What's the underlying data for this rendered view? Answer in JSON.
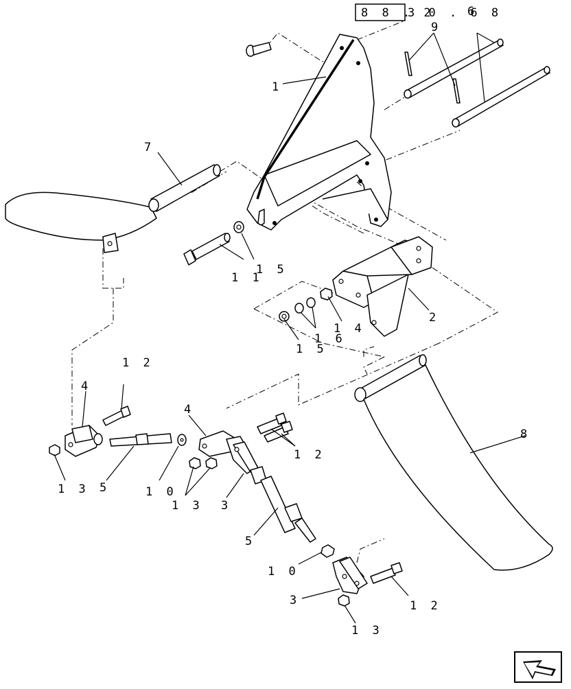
{
  "reference": {
    "boxed": "8 8 . 2",
    "suffix": "3 0 . 6 8"
  },
  "callouts": [
    {
      "id": "c1",
      "text": "1"
    },
    {
      "id": "c9",
      "text": "9"
    },
    {
      "id": "c6",
      "text": "6"
    },
    {
      "id": "c7",
      "text": "7"
    },
    {
      "id": "c11",
      "text": "1 1"
    },
    {
      "id": "c15a",
      "text": "1 5"
    },
    {
      "id": "c2",
      "text": "2"
    },
    {
      "id": "c14",
      "text": "1 4"
    },
    {
      "id": "c16",
      "text": "1 6"
    },
    {
      "id": "c15b",
      "text": "1 5"
    },
    {
      "id": "c12a",
      "text": "1 2"
    },
    {
      "id": "c4a",
      "text": "4"
    },
    {
      "id": "c4b",
      "text": "4"
    },
    {
      "id": "c12b",
      "text": "1 2"
    },
    {
      "id": "c8",
      "text": "8"
    },
    {
      "id": "c13a",
      "text": "1 3"
    },
    {
      "id": "c5a",
      "text": "5"
    },
    {
      "id": "c10a",
      "text": "1 0"
    },
    {
      "id": "c13b",
      "text": "1 3"
    },
    {
      "id": "c3a",
      "text": "3"
    },
    {
      "id": "c5b",
      "text": "5"
    },
    {
      "id": "c10b",
      "text": "1 0"
    },
    {
      "id": "c3b",
      "text": "3"
    },
    {
      "id": "c12c",
      "text": "1 2"
    },
    {
      "id": "c13c",
      "text": "1 3"
    }
  ],
  "nav": {
    "icon": "next-page-arrow-icon"
  }
}
